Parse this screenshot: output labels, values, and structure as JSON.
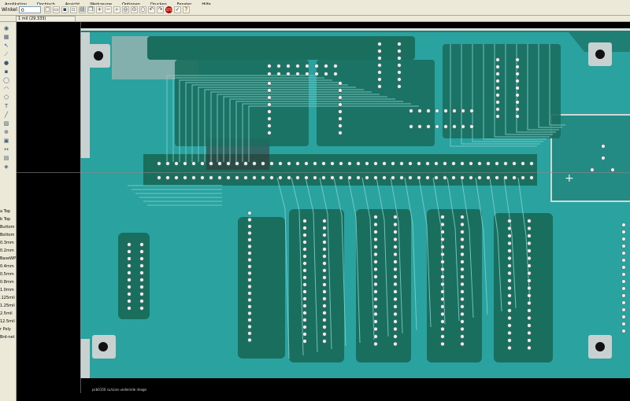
{
  "menu": [
    "Applikation",
    "Dochisch",
    "Ansicht",
    "Werkzeuge",
    "Optionen",
    "Drucken",
    "Fenster",
    "Hilfe"
  ],
  "toolbar": {
    "winkel_label": "Winkel",
    "winkel_value": "0",
    "icons": [
      "new-icon",
      "open-icon",
      "save-icon",
      "save-as-icon",
      "print-icon",
      "copy-icon",
      "zoom-in-icon",
      "zoom-out-icon",
      "zoom-window-icon",
      "zoom-fit-icon",
      "zoom-board-icon",
      "zoom-prev-icon",
      "undo-icon",
      "redo-icon",
      "stop-icon",
      "check-icon",
      "help-icon"
    ]
  },
  "status": {
    "coordinates": "1 mil (29.333)"
  },
  "left_tools": [
    "eye-icon",
    "grid-icon",
    "pointer-icon",
    "track-icon",
    "pad-icon",
    "smd-icon",
    "circle-icon",
    "arc-icon",
    "polygon-icon",
    "text-icon",
    "line-icon",
    "zone-icon",
    "via-icon",
    "photo-icon",
    "measure-icon",
    "color-icon",
    "layer-icon"
  ],
  "layers": [
    "a Top",
    "b Top",
    "Buttom",
    "Bottom",
    "0.3mm",
    "0.2mm",
    "BaseWP",
    "0.4mm",
    "0.5mm",
    "0.8mm",
    "1.0mm",
    ".125mil",
    "1.25mil",
    "2.5mil",
    "12.5mil",
    "r Poly",
    "Brd-net"
  ],
  "caption": "pcb0150 cu/scan underside image",
  "colors": {
    "board": "#2aa3a0",
    "copper": "#1a6e5e",
    "window": "#ece9d8"
  }
}
